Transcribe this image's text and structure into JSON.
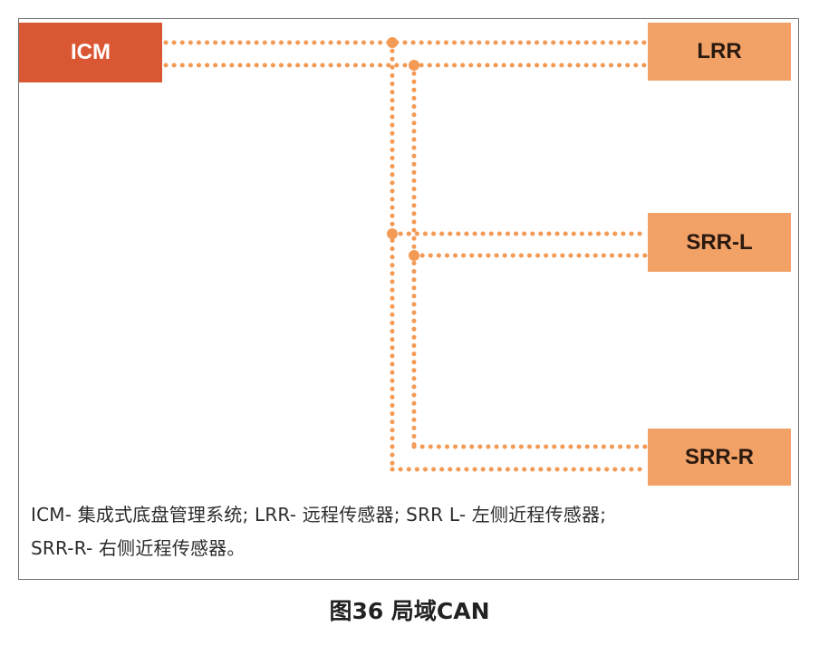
{
  "colors": {
    "icm_fill": "#da5733",
    "sensor_fill": "#f2a167",
    "bus_dots": "#f39a55"
  },
  "nodes": {
    "icm": "ICM",
    "lrr": "LRR",
    "srr_l": "SRR-L",
    "srr_r": "SRR-R"
  },
  "legend": {
    "line1": "ICM- 集成式底盘管理系统; LRR- 远程传感器; SRR L- 左侧近程传感器;",
    "line2": "SRR-R- 右侧近程传感器。"
  },
  "caption": "图36 局域CAN"
}
